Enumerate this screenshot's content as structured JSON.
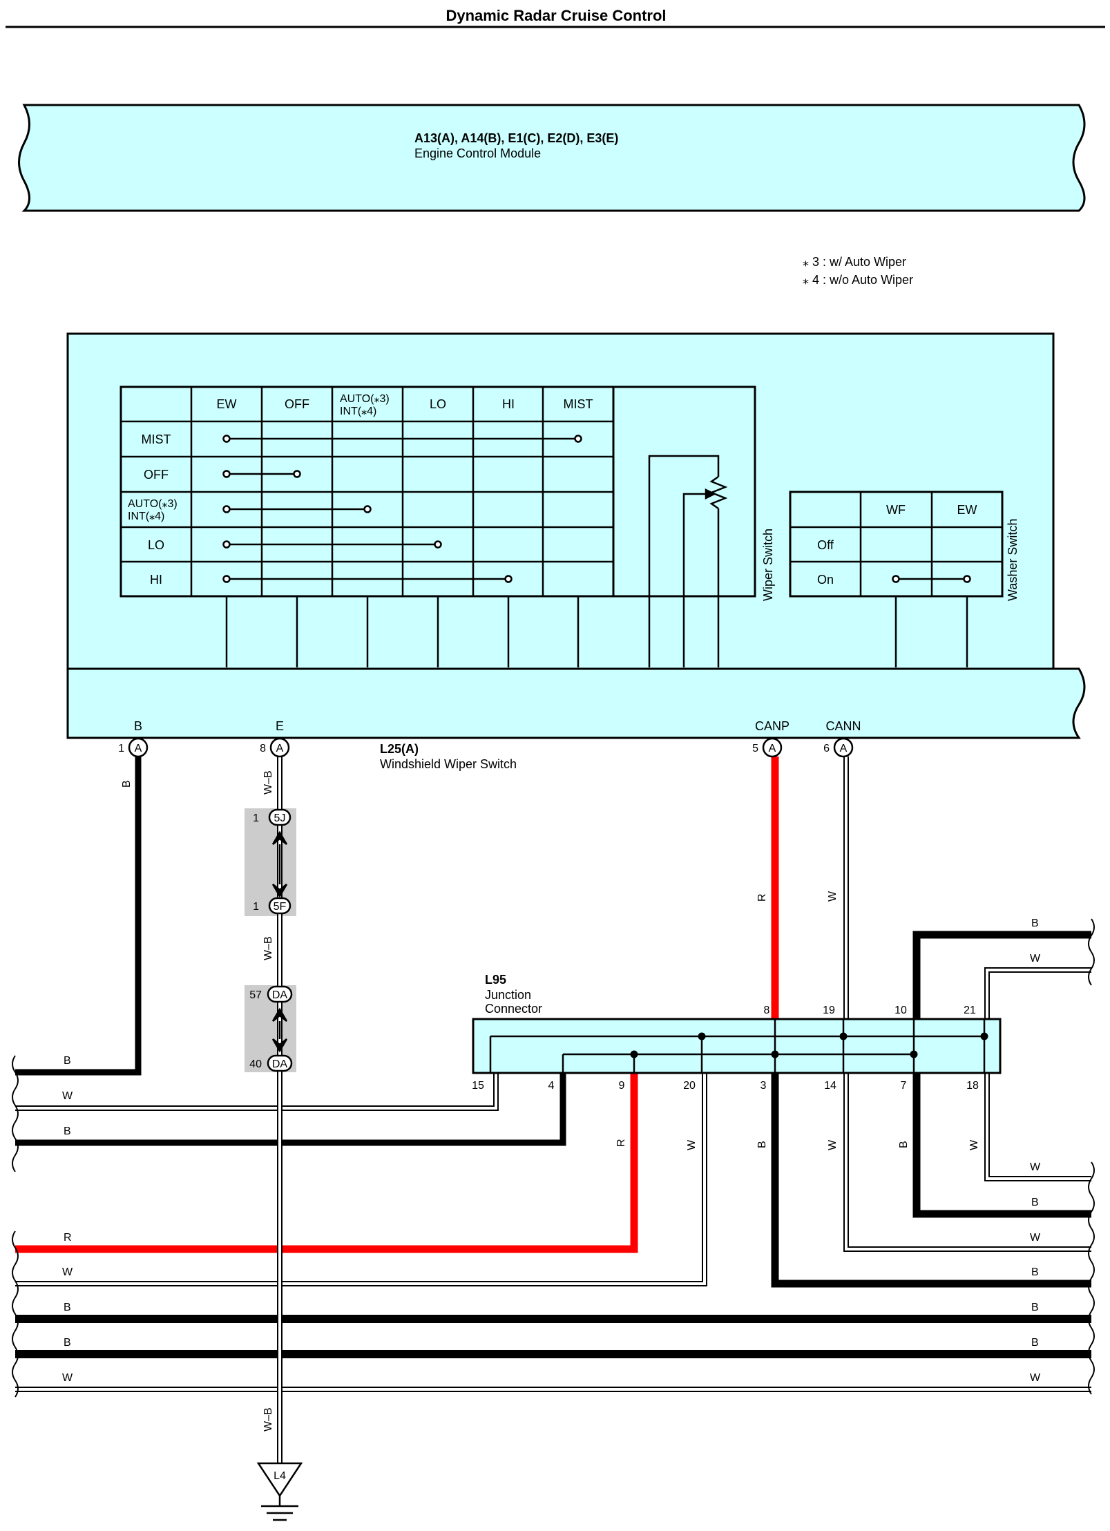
{
  "title": "Dynamic Radar Cruise Control",
  "ecm": {
    "connectors": "A13(A), A14(B), E1(C), E2(D), E3(E)",
    "name": "Engine Control Module"
  },
  "notes": [
    "⁎ 3 : w/ Auto Wiper",
    "⁎ 4 : w/o Auto Wiper"
  ],
  "wiper_table": {
    "columns": [
      "EW",
      "OFF",
      "AUTO(⁎3)",
      "INT(⁎4)",
      "LO",
      "HI",
      "MIST"
    ],
    "rows": [
      "MIST",
      "OFF",
      "AUTO(⁎3)",
      "INT(⁎4)",
      "LO",
      "HI"
    ],
    "side_label": "Wiper Switch"
  },
  "washer_table": {
    "columns": [
      "WF",
      "EW"
    ],
    "rows": [
      "Off",
      "On"
    ],
    "side_label": "Washer Switch"
  },
  "switch_terminals": {
    "b": {
      "name": "B",
      "pin": "1",
      "conn": "A"
    },
    "e": {
      "name": "E",
      "pin": "8",
      "conn": "A"
    },
    "canp": {
      "name": "CANP",
      "pin": "5",
      "conn": "A"
    },
    "cann": {
      "name": "CANN",
      "pin": "6",
      "conn": "A"
    }
  },
  "switch": {
    "connector": "L25(A)",
    "name": "Windshield Wiper Switch"
  },
  "joints": [
    {
      "pin": "1",
      "code": "5J"
    },
    {
      "pin": "1",
      "code": "5F"
    },
    {
      "pin": "57",
      "code": "DA"
    },
    {
      "pin": "40",
      "code": "DA"
    }
  ],
  "junction": {
    "connector": "L95",
    "name1": "Junction",
    "name2": "Connector",
    "top_pins": [
      "8",
      "19",
      "10",
      "21"
    ],
    "bottom_pins": [
      "15",
      "4",
      "9",
      "20",
      "3",
      "14",
      "7",
      "18"
    ]
  },
  "ground": "L4",
  "wire_colors": {
    "B": "#000000",
    "R": "#ff0000",
    "W": "#ffffff",
    "WB": "W–B"
  },
  "labels": {
    "b": "B",
    "w": "W",
    "r": "R",
    "wb": "W–B"
  },
  "colors": {
    "panel": "#ccffff",
    "joint_shade": "#cccccc",
    "red_wire": "#ff0000"
  }
}
